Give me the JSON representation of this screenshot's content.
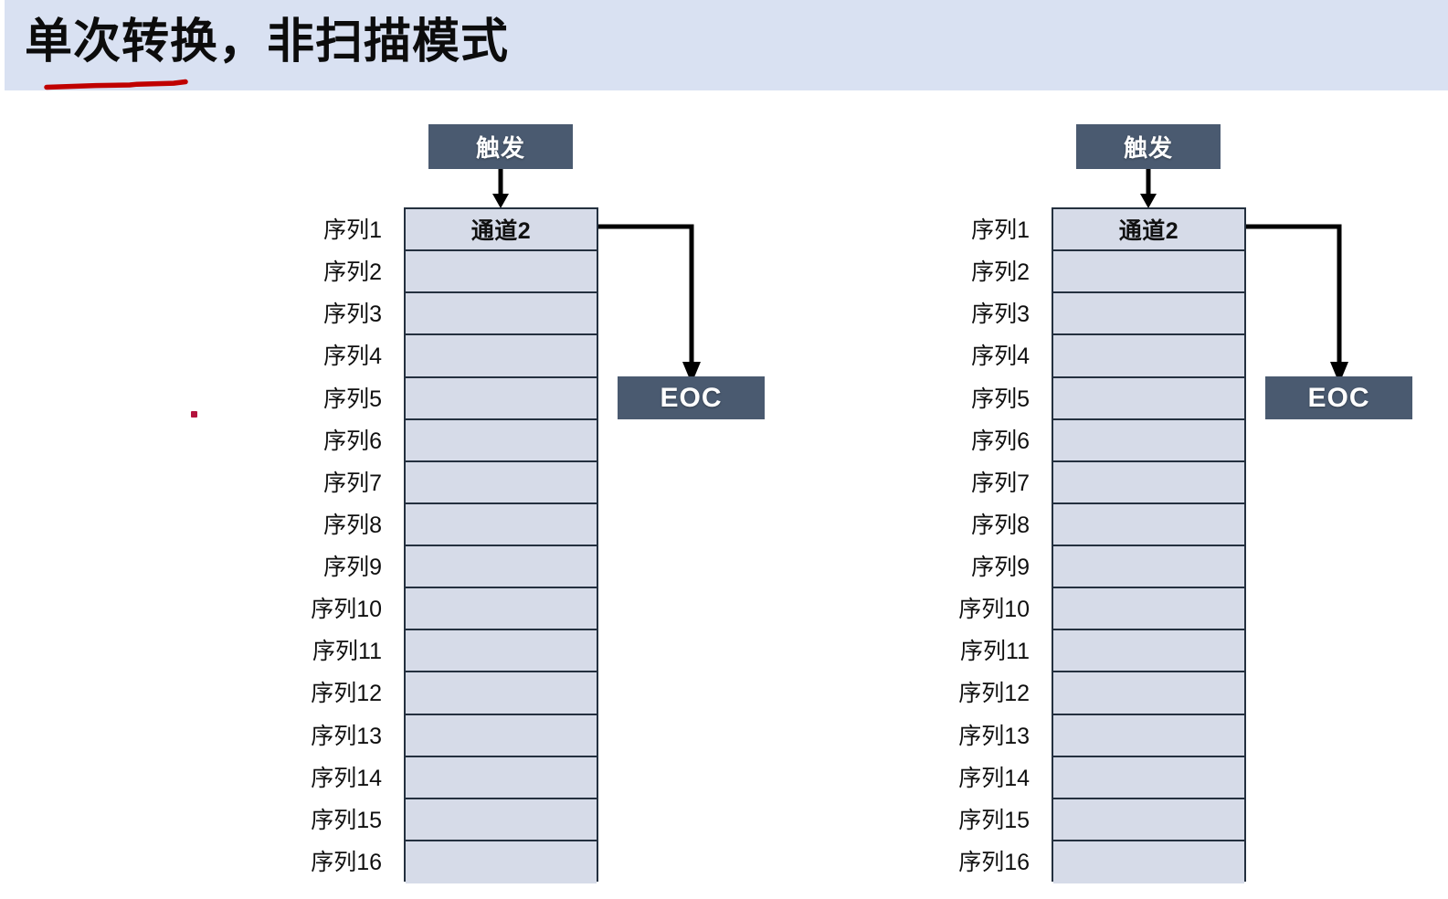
{
  "header": {
    "title": "单次转换，非扫描模式",
    "band_color": "#d9e1f2",
    "underline_color": "#c00000"
  },
  "annotations": {
    "red_dot_color": "#b3123c"
  },
  "colors": {
    "box_fill": "#4a5a70",
    "box_text": "#ffffff",
    "cell_fill": "#d6dbe8",
    "cell_border": "#24303f",
    "connector": "#000000"
  },
  "diagrams": [
    {
      "id": "left",
      "trigger_label": "触发",
      "eoc_label": "EOC",
      "channel_label": "通道2",
      "sequence_labels": [
        "序列1",
        "序列2",
        "序列3",
        "序列4",
        "序列5",
        "序列6",
        "序列7",
        "序列8",
        "序列9",
        "序列10",
        "序列11",
        "序列12",
        "序列13",
        "序列14",
        "序列15",
        "序列16"
      ],
      "cells": [
        "通道2",
        "",
        "",
        "",
        "",
        "",
        "",
        "",
        "",
        "",
        "",
        "",
        "",
        "",
        "",
        ""
      ]
    },
    {
      "id": "right",
      "trigger_label": "触发",
      "eoc_label": "EOC",
      "channel_label": "通道2",
      "sequence_labels": [
        "序列1",
        "序列2",
        "序列3",
        "序列4",
        "序列5",
        "序列6",
        "序列7",
        "序列8",
        "序列9",
        "序列10",
        "序列11",
        "序列12",
        "序列13",
        "序列14",
        "序列15",
        "序列16"
      ],
      "cells": [
        "通道2",
        "",
        "",
        "",
        "",
        "",
        "",
        "",
        "",
        "",
        "",
        "",
        "",
        "",
        "",
        ""
      ]
    }
  ]
}
